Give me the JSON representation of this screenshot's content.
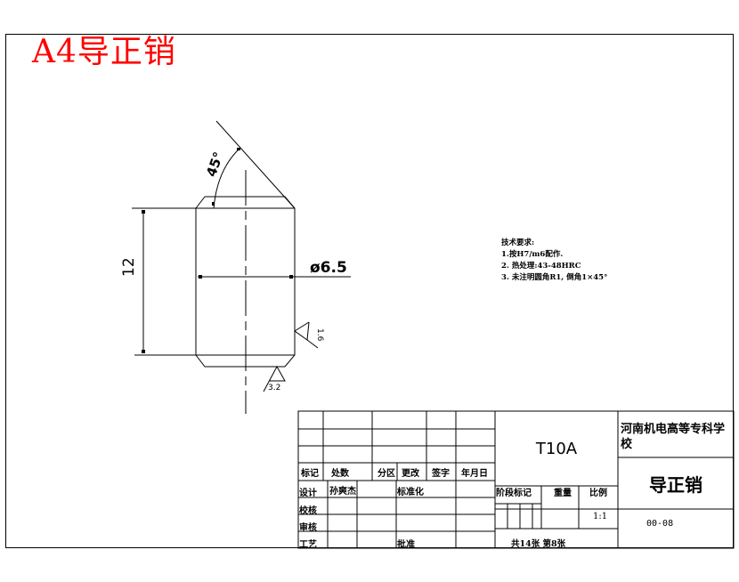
{
  "sheet_title": "A4导正销",
  "drawing": {
    "dimensions": {
      "length": "12",
      "diameter": "ø6.5",
      "chamfer_angle": "45°"
    },
    "surface_roughness": {
      "side": "1.6",
      "end": "3.2"
    }
  },
  "technical_requirements": {
    "heading": "技术要求:",
    "items": [
      "1.按H7/m6配作.",
      "2. 热处理:43-48HRC",
      "3. 未注明圆角R1, 倒角1×45°"
    ]
  },
  "title_block": {
    "revision_headers": [
      "标记",
      "处数",
      "分区",
      "更改",
      "签字",
      "年月日"
    ],
    "role_labels": {
      "design": "设计",
      "check": "校核",
      "review": "审核",
      "process": "工艺",
      "standardization": "标准化",
      "approve": "批准"
    },
    "designer": "孙爽杰",
    "material": "T10A",
    "school": "河南机电高等专科学校",
    "part_name": "导正销",
    "stage_label": "阶段标记",
    "weight_label": "重量",
    "scale_label": "比例",
    "scale_value": "1:1",
    "drawing_number": "00-08",
    "sheet_info": "共14张 第8张"
  },
  "colors": {
    "title_red": "#ff0000",
    "line": "#000000",
    "background": "#ffffff"
  }
}
